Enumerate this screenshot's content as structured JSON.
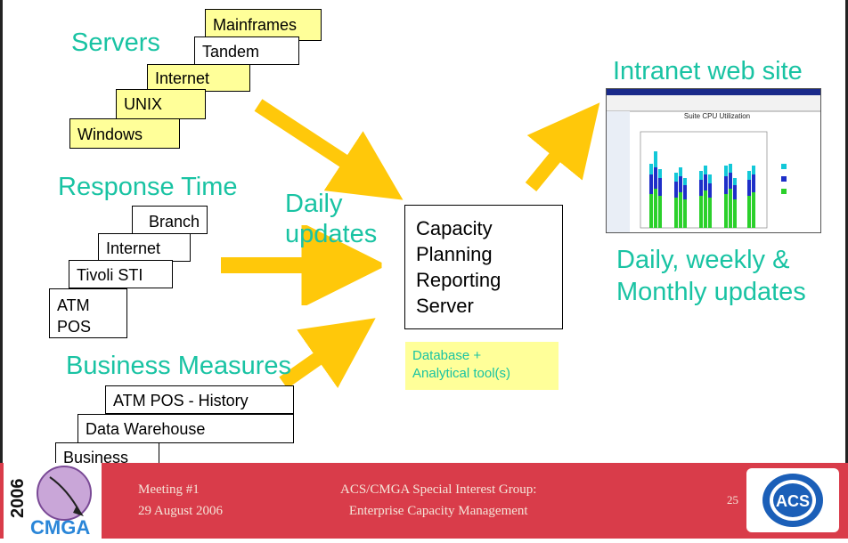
{
  "servers": {
    "heading": "Servers",
    "items": [
      "Mainframes",
      "Tandem",
      "Internet",
      "UNIX",
      "Windows"
    ]
  },
  "response_time": {
    "heading": "Response Time",
    "items": [
      "Branch",
      "Internet",
      "Tivoli STI",
      "ATM",
      "POS"
    ]
  },
  "business_measures": {
    "heading": "Business Measures",
    "items": [
      "ATM POS - History",
      "Data Warehouse",
      "Business"
    ]
  },
  "daily_updates": [
    "Daily",
    "updates"
  ],
  "center": {
    "lines": [
      "Capacity",
      "Planning",
      "Reporting",
      "Server"
    ],
    "note": [
      "Database +",
      "Analytical tool(s)"
    ]
  },
  "intranet": {
    "heading": "Intranet web site",
    "updates": [
      "Daily, weekly &",
      "Monthly updates"
    ],
    "thumbnail_title": "Suite CPU Utilization"
  },
  "footer": {
    "meeting": "Meeting #1",
    "date": "29 August 2006",
    "group": "ACS/CMGA Special Interest Group:",
    "topic": "Enterprise Capacity Management",
    "page": "25",
    "logo_left_year": "2006",
    "logo_left_name": "CMGA",
    "logo_right_name": "ACS"
  },
  "colors": {
    "heading": "#19c3a3",
    "arrow": "#ffc80a",
    "footer": "#d93c4a",
    "box_highlight": "#ffff99"
  }
}
